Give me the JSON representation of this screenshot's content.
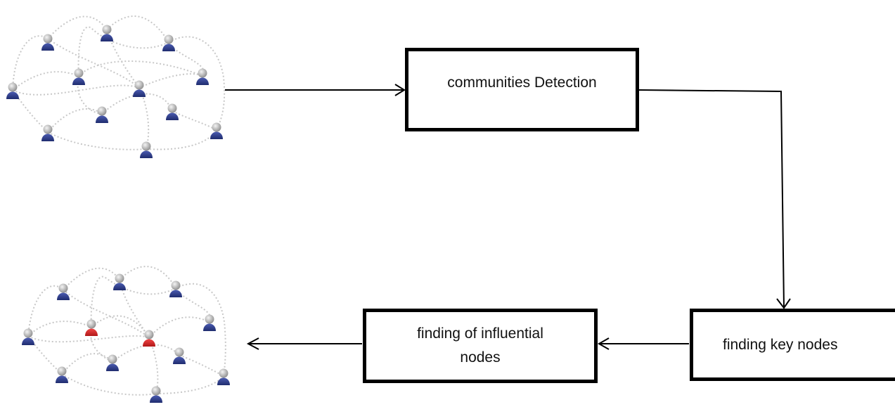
{
  "steps": {
    "community_detection": "communities Detection",
    "key_nodes": "finding key nodes",
    "influential_nodes": "finding of influential nodes"
  },
  "colors": {
    "person_body": "#2f3f86",
    "person_head": "#a9a9a9",
    "influential_body": "#d42a2a",
    "link": "#c8c8c8",
    "arrow": "#000000"
  }
}
